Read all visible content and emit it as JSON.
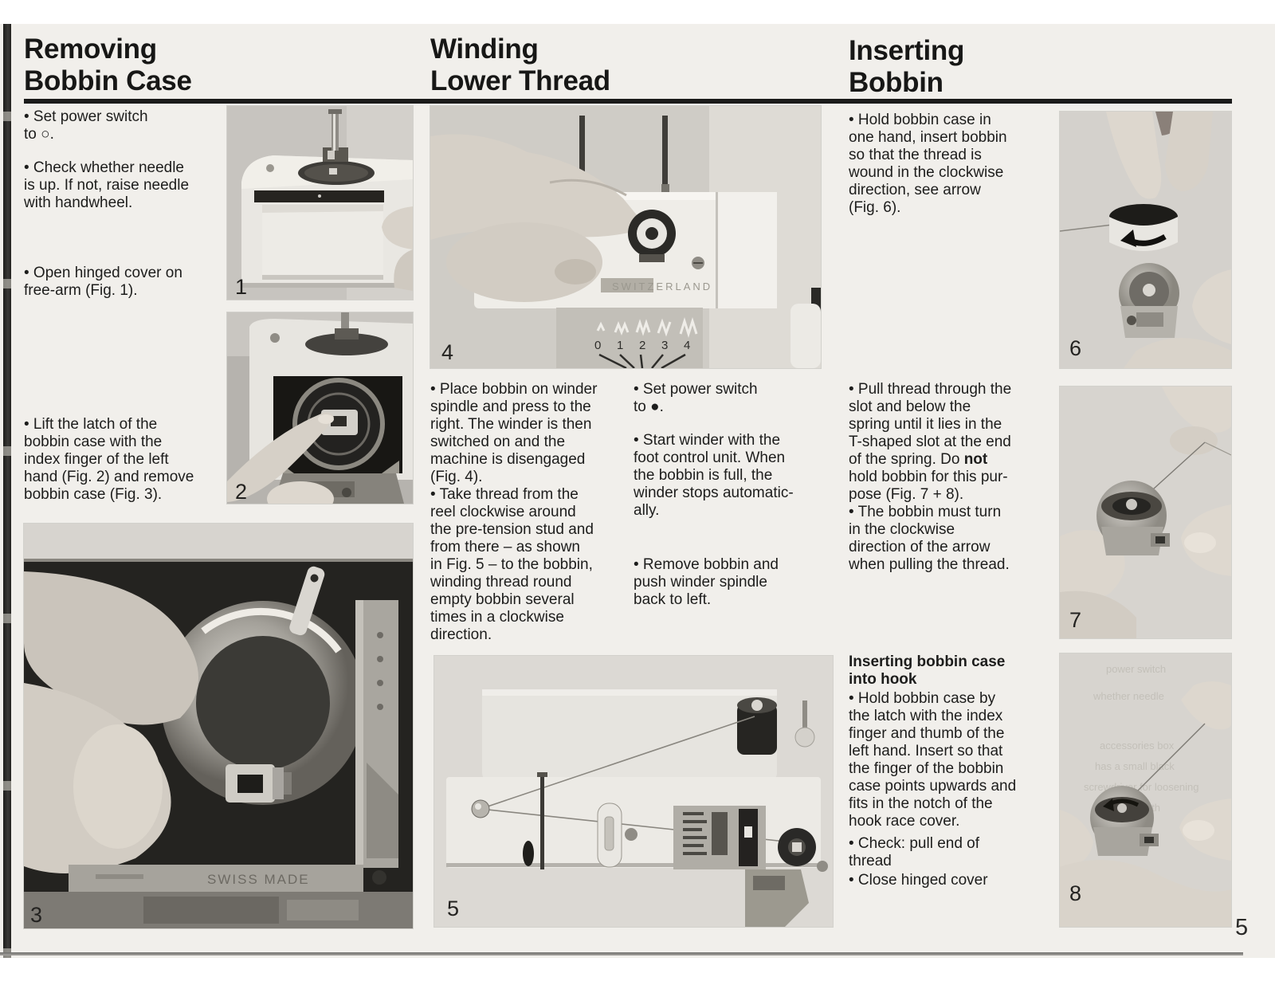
{
  "page": {
    "number": "5"
  },
  "columns": {
    "removing": {
      "title1": "Removing",
      "title2": "Bobbin Case",
      "p1": "• Set power switch\nto ○.",
      "p2": "• Check whether needle\nis up. If not, raise needle\nwith handwheel.",
      "p3": "• Open hinged cover on\nfree-arm (Fig. 1).",
      "p4": "• Lift the latch of the\nbobbin case with the\nindex finger of the left\nhand (Fig. 2) and remove\nbobbin case (Fig. 3)."
    },
    "winding": {
      "title1": "Winding",
      "title2": "Lower Thread",
      "left_p1": "• Place bobbin on winder\nspindle and press to the\nright. The winder is then\nswitched on and the\nmachine is disengaged\n(Fig. 4).",
      "left_p2": "• Take thread from the\nreel clockwise around\nthe pre-tension stud and\nfrom there – as shown\nin Fig. 5 – to the bobbin,\nwinding thread round\nempty bobbin several\ntimes in a clockwise\ndirection.",
      "right_p1": "• Set power switch\nto ●.",
      "right_p2": "• Start winder with the\nfoot control unit. When\nthe bobbin is full, the\nwinder stops automatic-\nally.",
      "right_p3": "• Remove bobbin and\npush winder spindle\nback to left."
    },
    "inserting": {
      "title1": "Inserting",
      "title2": "Bobbin",
      "p1": "• Hold bobbin case in\none hand, insert bobbin\nso that the thread is\nwound in the clockwise\ndirection, see arrow\n(Fig. 6).",
      "p2_pre": "• Pull thread through the\nslot and below the\nspring until it lies in the\nT-shaped slot at the end\nof the spring. Do ",
      "p2_bold": "not",
      "p2_post": "\nhold bobbin for this pur-\npose (Fig. 7 + 8).",
      "p3": "• The bobbin must turn\nin the clockwise\ndirection of the arrow\nwhen pulling the thread.",
      "subhead": "Inserting bobbin case\ninto hook",
      "p4": "• Hold bobbin case by\nthe latch with the index\nfinger and thumb of the\nleft hand. Insert so that\nthe finger of the bobbin\ncase points upwards and\nfits in the notch of the\nhook race cover.",
      "p5": "• Check: pull end of\nthread",
      "p6": "• Close hinged cover"
    }
  },
  "figures": {
    "f1": {
      "label": "1"
    },
    "f2": {
      "label": "2"
    },
    "f3": {
      "label": "3",
      "engraving": "SWISS MADE"
    },
    "f4": {
      "label": "4",
      "brand": "SWITZERLAND",
      "dial": [
        "0",
        "1",
        "2",
        "3",
        "4"
      ]
    },
    "f5": {
      "label": "5"
    },
    "f6": {
      "label": "6"
    },
    "f7": {
      "label": "7"
    },
    "f8": {
      "label": "8",
      "bleed": [
        "power switch",
        "whether needle",
        "accessories box",
        "has a small black",
        "screwdriver for loosening",
        "or tightening th"
      ]
    }
  }
}
